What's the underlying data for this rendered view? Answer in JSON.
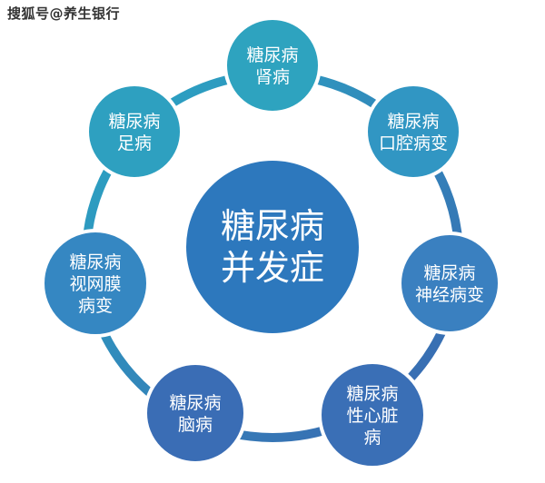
{
  "watermark": "搜狐号@养生银行",
  "center": {
    "lines": [
      "糖尿病",
      "并发症"
    ],
    "color": "#2d78bd"
  },
  "ring_color": "#3a86c0",
  "nodes": [
    {
      "lines": [
        "糖尿病",
        "肾病"
      ],
      "color": "#2ea3bf"
    },
    {
      "lines": [
        "糖尿病",
        "口腔病变"
      ],
      "color": "#3196c3"
    },
    {
      "lines": [
        "糖尿病",
        "神经病变"
      ],
      "color": "#3a80c0"
    },
    {
      "lines": [
        "糖尿病",
        "性心脏",
        "病"
      ],
      "color": "#3a6fb6"
    },
    {
      "lines": [
        "糖尿病",
        "脑病"
      ],
      "color": "#3a6db5"
    },
    {
      "lines": [
        "糖尿病",
        "视网膜",
        "病变"
      ],
      "color": "#3587c2"
    },
    {
      "lines": [
        "糖尿病",
        "足病"
      ],
      "color": "#2ea0c0"
    }
  ]
}
